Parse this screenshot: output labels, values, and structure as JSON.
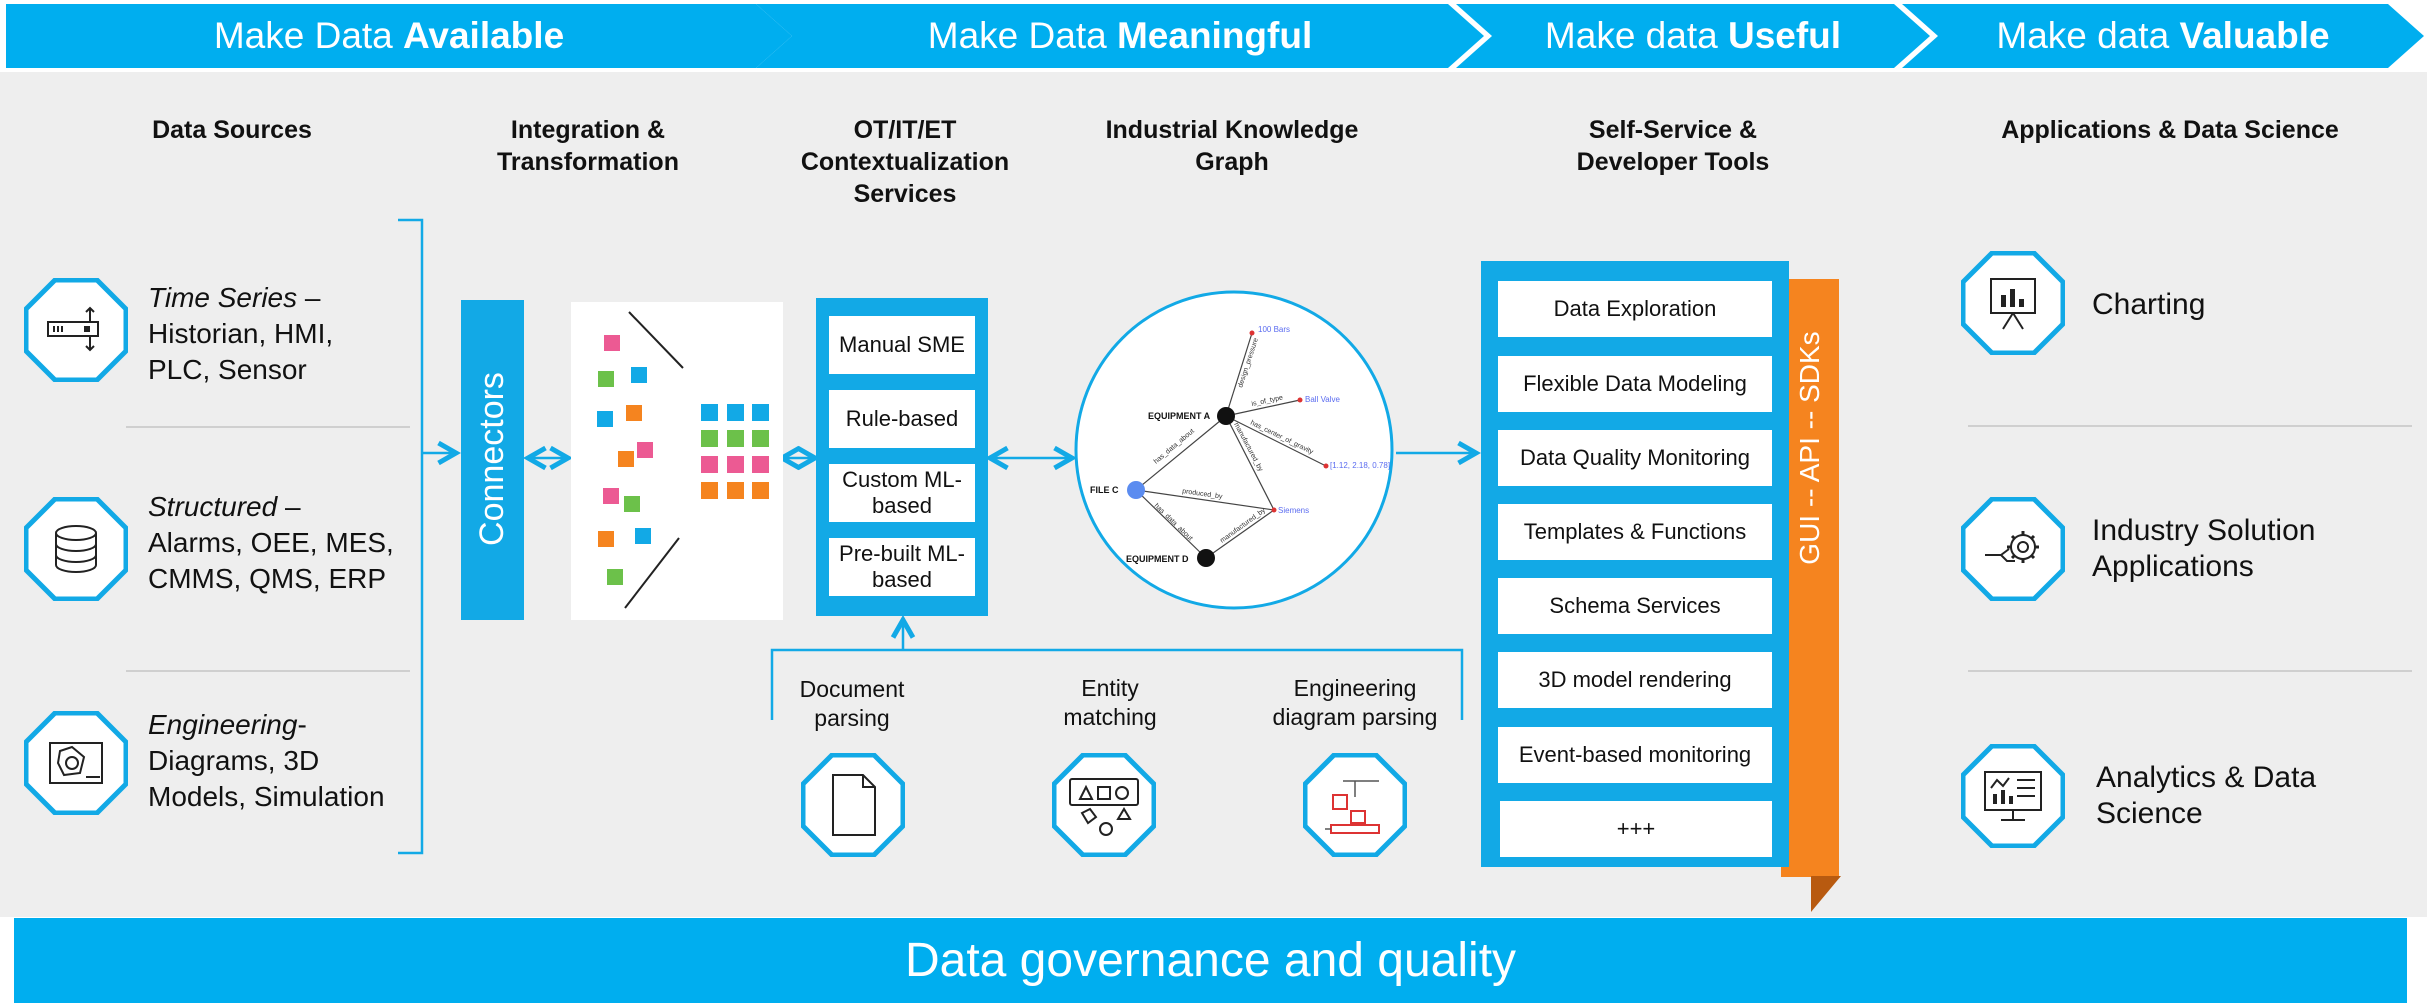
{
  "banner": [
    {
      "prefix": "Make Data ",
      "bold": "Available"
    },
    {
      "prefix": "Make Data ",
      "bold": "Meaningful"
    },
    {
      "prefix": "Make data ",
      "bold": "Useful"
    },
    {
      "prefix": "Make data ",
      "bold": "Valuable"
    }
  ],
  "columns": {
    "sources": "Data Sources",
    "integration": "Integration & Transformation",
    "context": "OT/IT/ET Contextualization Services",
    "graph": "Industrial Knowledge Graph",
    "selfservice": "Self-Service & Developer Tools",
    "apps": "Applications & Data Science"
  },
  "sources": [
    {
      "italic": "Time Series",
      "rest_first": " –",
      "line2": "Historian, HMI,",
      "line3": "PLC, Sensor",
      "icon": "time-series-icon"
    },
    {
      "italic": "Structured",
      "rest_first": " –",
      "line2": "Alarms, OEE, MES,",
      "line3": "CMMS, QMS, ERP",
      "icon": "database-icon"
    },
    {
      "italic": "Engineering",
      "rest_first": "-",
      "line2": "Diagrams, 3D",
      "line3": "Models, Simulation",
      "icon": "engineering-diagram-icon"
    }
  ],
  "connectors_label": "Connectors",
  "context_services": [
    "Manual SME",
    "Rule-based",
    "Custom ML-based",
    "Pre-built ML-based"
  ],
  "context_inputs": [
    {
      "label_line1": "Document",
      "label_line2": "parsing",
      "icon": "document-icon"
    },
    {
      "label_line1": "Entity",
      "label_line2": "matching",
      "icon": "shapes-icon"
    },
    {
      "label_line1": "Engineering",
      "label_line2": "diagram parsing",
      "icon": "diagram-parsing-icon"
    }
  ],
  "graph": {
    "nodes": [
      "EQUIPMENT A",
      "FILE C",
      "EQUIPMENT D"
    ],
    "values": [
      "100 Bars",
      "Ball Valve",
      "[1.12, 2.18, 0.78]",
      "Siemens"
    ],
    "edges": [
      "design_pressure",
      "is_of_type",
      "has_center_of_gravity",
      "manufactured_by",
      "has_data_about",
      "produced_by",
      "has_data_about",
      "manufactured_by"
    ]
  },
  "tools": [
    "Data Exploration",
    "Flexible Data Modeling",
    "Data Quality Monitoring",
    "Templates & Functions",
    "Schema Services",
    "3D model rendering",
    "Event-based monitoring",
    "+++"
  ],
  "sdk_label": "GUI -- API -- SDKs",
  "apps": [
    {
      "line1": "Charting",
      "line2": "",
      "icon": "charting-icon"
    },
    {
      "line1": "Industry Solution",
      "line2": "Applications",
      "icon": "gear-hand-icon"
    },
    {
      "line1": "Analytics & Data",
      "line2": "Science",
      "icon": "analytics-dashboard-icon"
    }
  ],
  "footer": "Data governance and quality",
  "colors": {
    "blue": "#12a9e6",
    "orange": "#f5841f",
    "light_bg": "#eeeeee"
  }
}
